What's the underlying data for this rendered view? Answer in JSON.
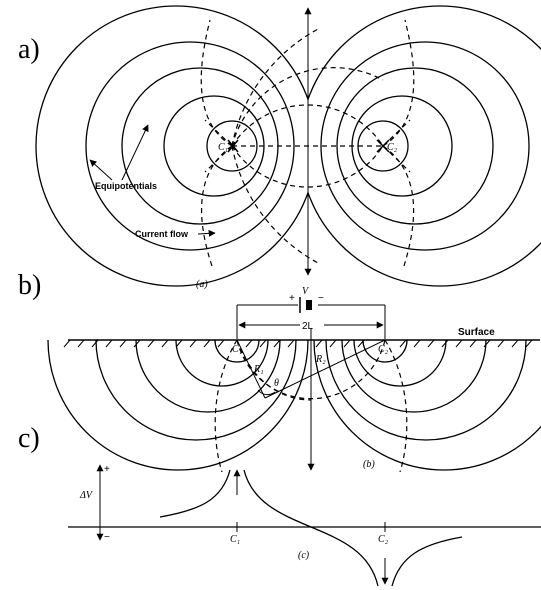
{
  "panels": {
    "a": {
      "label": "a)",
      "caption": "(a)",
      "source_left": "C₁",
      "source_right": "C₂",
      "equipotentials_label": "Equipotentials",
      "current_flow_label": "Current flow"
    },
    "b": {
      "label": "b)",
      "caption": "(b)",
      "battery_label": "V",
      "plus_sign": "+",
      "minus_sign": "−",
      "spacing_label": "2L",
      "surface_label": "Surface",
      "c1_label": "C₁",
      "c2_label": "C₂",
      "r1_label": "R₁",
      "r2_label": "R₂",
      "theta_label": "θ"
    },
    "c": {
      "label": "c)",
      "caption": "(c)",
      "dv_label": "ΔV",
      "plus_sign": "+",
      "minus_sign": "−",
      "c1_label": "C₁",
      "c2_label": "C₂"
    }
  }
}
